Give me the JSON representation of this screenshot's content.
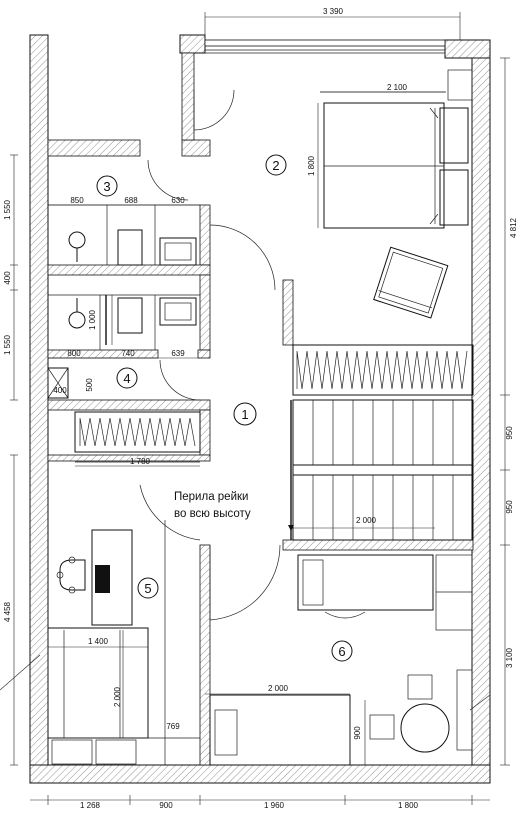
{
  "plan": {
    "rooms": [
      {
        "id": "2",
        "label": "2"
      },
      {
        "id": "3",
        "label": "3"
      },
      {
        "id": "4",
        "label": "4"
      },
      {
        "id": "1",
        "label": "1"
      },
      {
        "id": "5",
        "label": "5"
      },
      {
        "id": "6",
        "label": "6"
      }
    ],
    "note_line1": "Перила рейки",
    "note_line2": "во всю высоту",
    "dimensions": {
      "top": "3 390",
      "bed_width": "2 100",
      "bed_length": "1 800",
      "right_total": "4 812",
      "bath_850": "850",
      "bath_688": "688",
      "bath_630": "630",
      "left_1550_top": "1 550",
      "left_400": "400",
      "left_1550_bottom": "1 550",
      "bath_800": "800",
      "bath_740": "740",
      "bath_639": "639",
      "dim_1000": "1 000",
      "dim_500": "500",
      "dim_400_small": "400",
      "wardrobe_1780": "1 780",
      "stair_950_top": "950",
      "stair_950_bottom": "950",
      "stair_2000": "2 000",
      "left_4458": "4 458",
      "desk_1400": "1 400",
      "bed2_2000": "2 000",
      "dim_769": "769",
      "bed3_2000": "2 000",
      "bed3_900": "900",
      "right_3100": "3 100",
      "bottom_1268": "1 268",
      "bottom_900": "900",
      "bottom_1960": "1 960",
      "bottom_1800": "1 800"
    }
  }
}
